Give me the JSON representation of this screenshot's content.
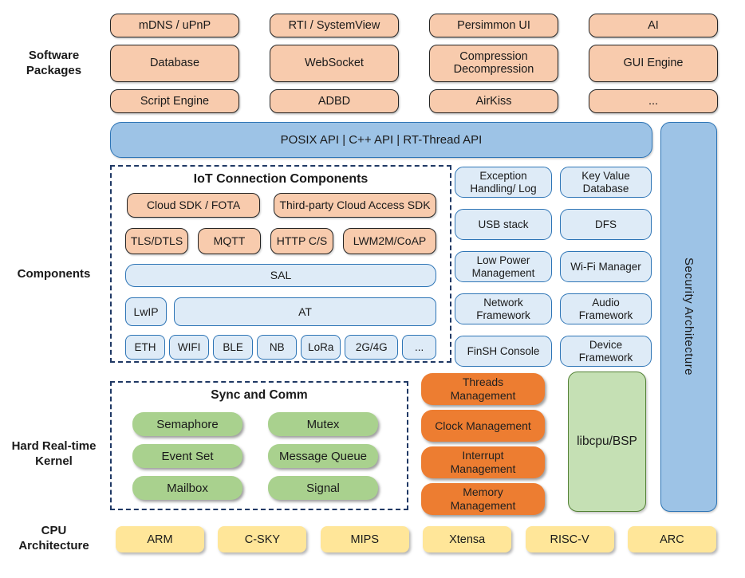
{
  "palette": {
    "salmon": "#F8CBAD",
    "salmon_border": "#242424",
    "blue_bar": "#9DC3E6",
    "blue_border": "#2E75B6",
    "light_blue": "#DEEBF7",
    "green_pill": "#A9D18E",
    "orange_pill": "#ED7D31",
    "light_green": "#C5E0B4",
    "light_green_border": "#538135",
    "yellow": "#FFE699",
    "dashed_border": "#1F3864"
  },
  "side_labels": {
    "software": "Software\nPackages",
    "components": "Components",
    "kernel": "Hard Real-time\nKernel",
    "cpu": "CPU\nArchitecture"
  },
  "software_packages": [
    "mDNS / uPnP",
    "RTI / SystemView",
    "Persimmon UI",
    "AI",
    "Database",
    "WebSocket",
    "Compression\nDecompression",
    "GUI Engine",
    "Script Engine",
    "ADBD",
    "AirKiss",
    "..."
  ],
  "api_bar": "POSIX API | C++ API | RT-Thread API",
  "security_bar": "Security Architecture",
  "iot": {
    "title": "IoT Connection Components",
    "row1": [
      "Cloud SDK / FOTA",
      "Third-party Cloud Access SDK"
    ],
    "row2": [
      "TLS/DTLS",
      "MQTT",
      "HTTP C/S",
      "LWM2M/CoAP"
    ],
    "sal": "SAL",
    "lwip": "LwIP",
    "at": "AT",
    "bearers": [
      "ETH",
      "WIFI",
      "BLE",
      "NB",
      "LoRa",
      "2G/4G",
      "..."
    ]
  },
  "components_right": [
    "Exception\nHandling/ Log",
    "Key Value\nDatabase",
    "USB stack",
    "DFS",
    "Low Power\nManagement",
    "Wi-Fi Manager",
    "Network\nFramework",
    "Audio\nFramework",
    "FinSH Console",
    "Device\nFramework"
  ],
  "kernel": {
    "title": "Sync and Comm",
    "sync_items": [
      "Semaphore",
      "Mutex",
      "Event Set",
      "Message Queue",
      "Mailbox",
      "Signal"
    ],
    "management": [
      "Threads\nManagement",
      "Clock Management",
      "Interrupt\nManagement",
      "Memory\nManagement"
    ],
    "libcpu": "libcpu/BSP"
  },
  "cpu_archs": [
    "ARM",
    "C-SKY",
    "MIPS",
    "Xtensa",
    "RISC-V",
    "ARC"
  ]
}
